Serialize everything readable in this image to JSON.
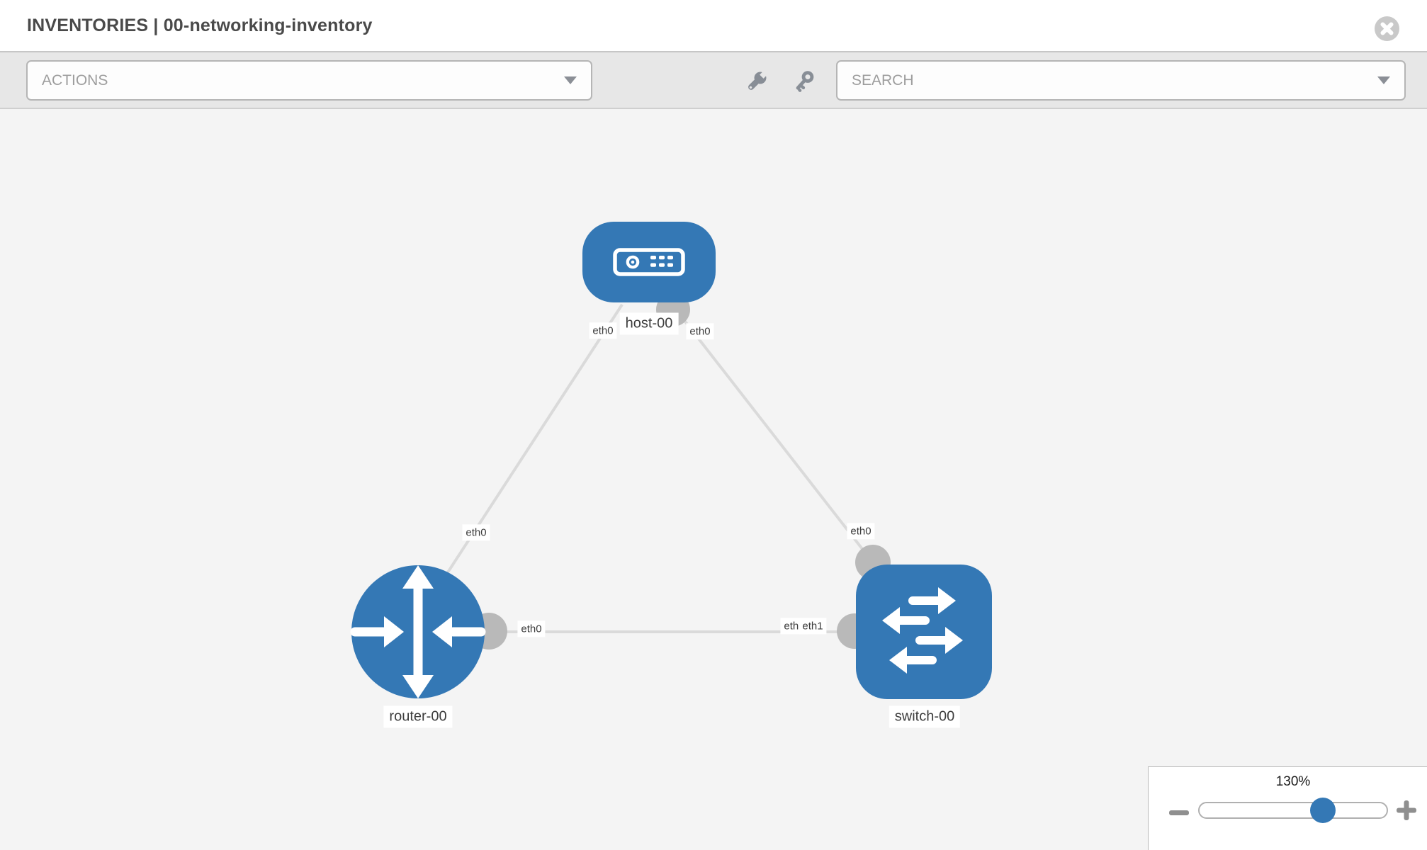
{
  "header": {
    "title": "INVENTORIES | 00-networking-inventory",
    "close_icon": "circle-x"
  },
  "toolbar": {
    "actions_dropdown": {
      "value": "ACTIONS",
      "caret_icon": "caret-down"
    },
    "search_dropdown": {
      "value": "SEARCH",
      "caret_icon": "caret-down"
    },
    "wrench_icon": "wrench",
    "key_icon": "key"
  },
  "topology": {
    "nodes": [
      {
        "id": "host-00",
        "type": "host",
        "label": "host-00"
      },
      {
        "id": "router-00",
        "type": "router",
        "label": "router-00"
      },
      {
        "id": "switch-00",
        "type": "switch",
        "label": "switch-00"
      }
    ],
    "links": [
      {
        "source": "host-00",
        "target": "router-00",
        "source_interface": "eth0",
        "target_interface": "eth0"
      },
      {
        "source": "host-00",
        "target": "switch-00",
        "source_interface": "eth0",
        "target_interface": "eth0"
      },
      {
        "source": "router-00",
        "target": "switch-00",
        "source_interface": "eth0",
        "target_interface": "eth1"
      }
    ],
    "if_labels": {
      "host_left": "eth0",
      "host_right": "eth0",
      "router_top": "eth0",
      "router_right": "eth0",
      "switch_top": "eth0",
      "switch_left_bottom": "eth0",
      "switch_left_top": "eth1"
    }
  },
  "zoom_control": {
    "level_label": "130%",
    "percent": 130,
    "minus_icon": "minus",
    "plus_icon": "plus"
  },
  "colors": {
    "node_blue": "#3478b5",
    "link_gray": "#dadada",
    "connector_gray": "#b9b9b9",
    "canvas_bg": "#f4f4f4",
    "toolbar_bg": "#e7e7e7",
    "icon_gray": "#888e96"
  }
}
